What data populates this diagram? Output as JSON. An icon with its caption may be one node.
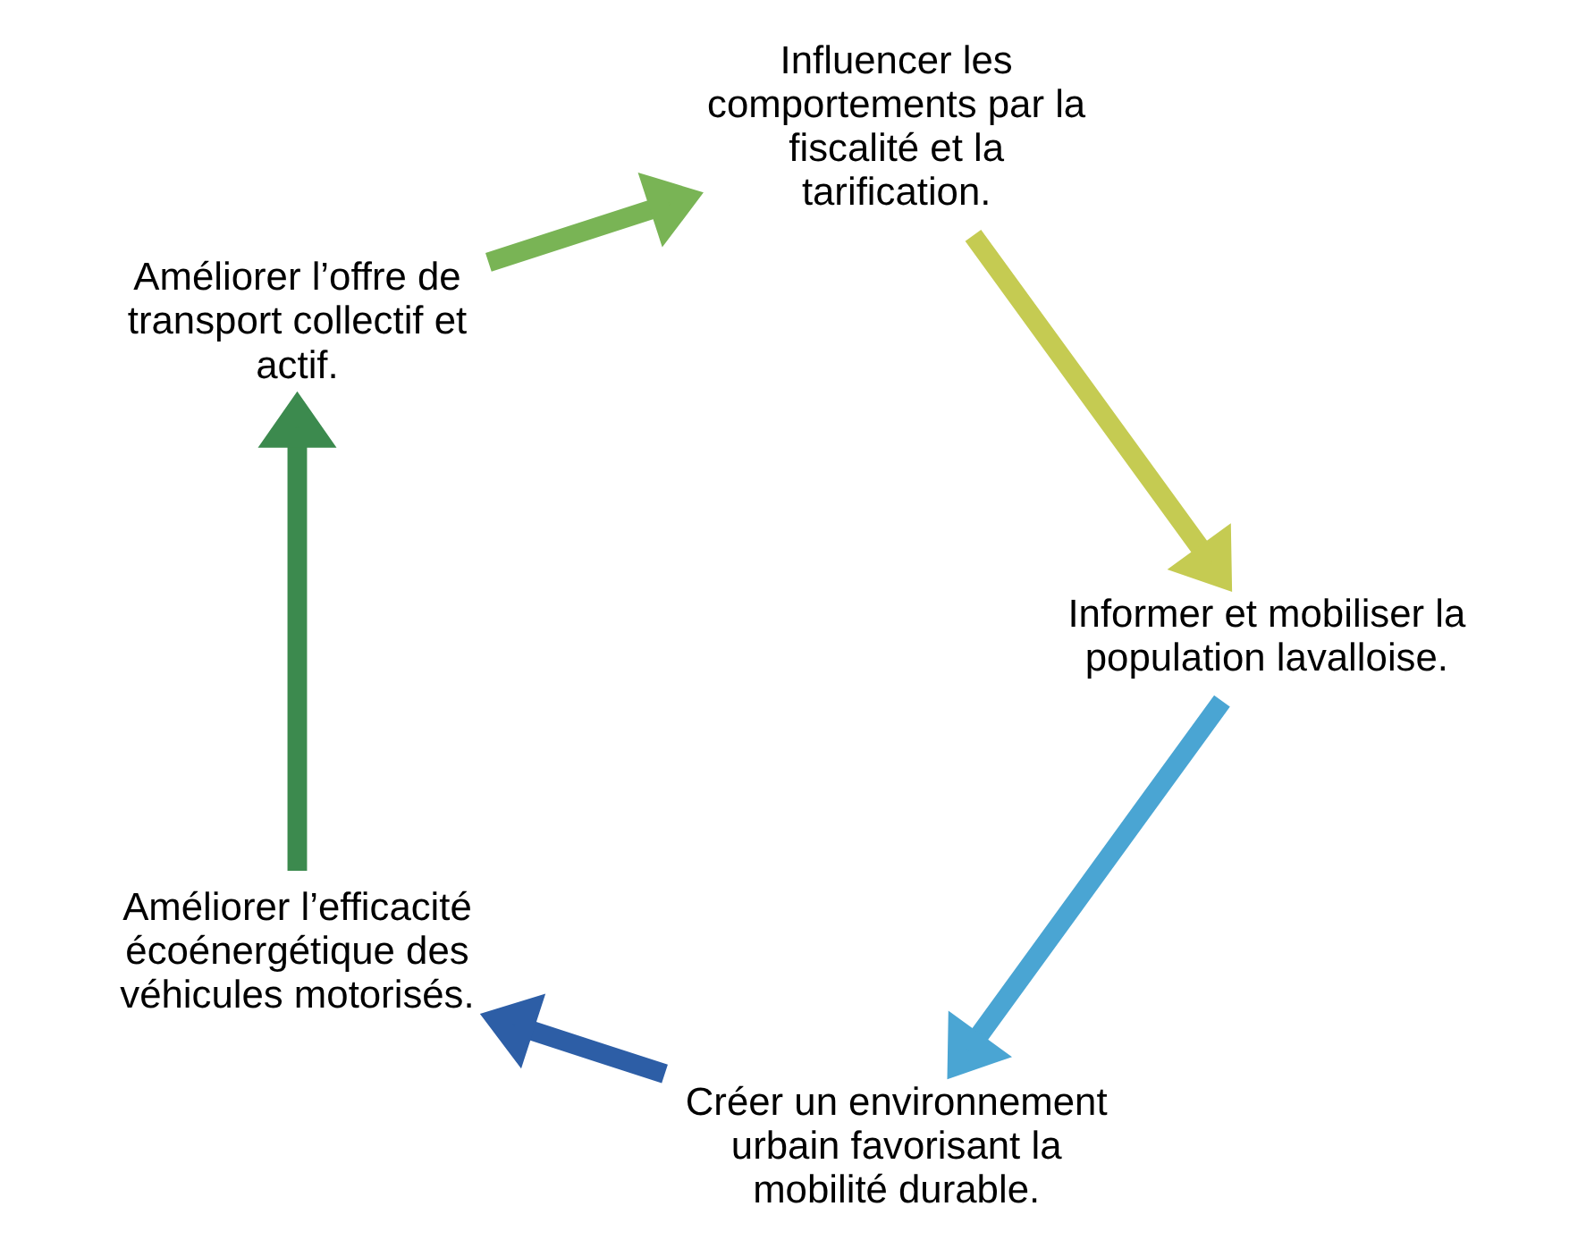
{
  "diagram": {
    "nodes": [
      {
        "text": [
          "Créer un environnement urbain favorisant la mobilité durable."
        ]
      },
      {
        "text": [
          "Améliorer l’efficacité écoénergétique des véhicules motorisés."
        ]
      },
      {
        "text": [
          "Améliorer l’offre de transport collectif et actif."
        ]
      },
      {
        "text": [
          "Influencer les comportements par la fiscalité et la tarification."
        ]
      },
      {
        "text": [
          "Informer et mobiliser la population lavalloise."
        ]
      }
    ],
    "edges": [
      {
        "from": 0,
        "to": 1,
        "arrow": "to",
        "color": "#2d5ea6"
      },
      {
        "from": 1,
        "to": 2,
        "arrow": "to",
        "color": "#3c8a4e"
      },
      {
        "from": 2,
        "to": 3,
        "arrow": "to",
        "color": "#79b455"
      },
      {
        "from": 3,
        "to": 4,
        "arrow": "to",
        "color": "#c5cb52"
      },
      {
        "from": 4,
        "to": 0,
        "arrow": "to",
        "color": "#4aa5d3"
      }
    ]
  }
}
